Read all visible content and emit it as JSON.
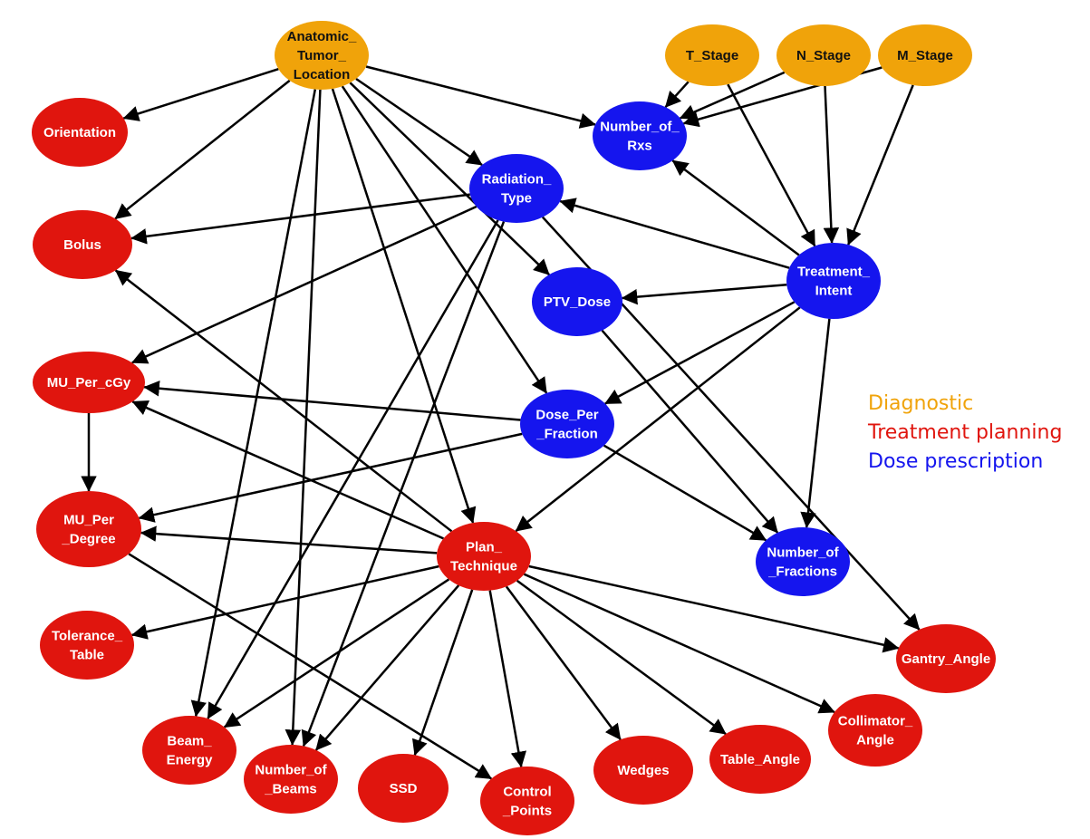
{
  "colors": {
    "diagnostic": "#F0A30A",
    "treatment_planning": "#E0150E",
    "dose_prescription": "#1515EE",
    "edge": "#000000"
  },
  "legend": [
    {
      "label": "Diagnostic",
      "group": "diagnostic"
    },
    {
      "label": "Treatment planning",
      "group": "treatment_planning"
    },
    {
      "label": "Dose prescription",
      "group": "dose_prescription"
    }
  ],
  "nodes": [
    {
      "id": "anatomic",
      "lines": [
        "Anatomic_",
        "Tumor_",
        "Location"
      ],
      "group": "diagnostic"
    },
    {
      "id": "t_stage",
      "lines": [
        "T_Stage"
      ],
      "group": "diagnostic"
    },
    {
      "id": "n_stage",
      "lines": [
        "N_Stage"
      ],
      "group": "diagnostic"
    },
    {
      "id": "m_stage",
      "lines": [
        "M_Stage"
      ],
      "group": "diagnostic"
    },
    {
      "id": "orientation",
      "lines": [
        "Orientation"
      ],
      "group": "treatment_planning"
    },
    {
      "id": "bolus",
      "lines": [
        "Bolus"
      ],
      "group": "treatment_planning"
    },
    {
      "id": "mu_per_cgy",
      "lines": [
        "MU_Per_cGy"
      ],
      "group": "treatment_planning"
    },
    {
      "id": "mu_per_degree",
      "lines": [
        "MU_Per",
        "_Degree"
      ],
      "group": "treatment_planning"
    },
    {
      "id": "plan_technique",
      "lines": [
        "Plan_",
        "Technique"
      ],
      "group": "treatment_planning"
    },
    {
      "id": "tolerance_table",
      "lines": [
        "Tolerance_",
        "Table"
      ],
      "group": "treatment_planning"
    },
    {
      "id": "beam_energy",
      "lines": [
        "Beam_",
        "Energy"
      ],
      "group": "treatment_planning"
    },
    {
      "id": "number_of_beams",
      "lines": [
        "Number_of",
        "_Beams"
      ],
      "group": "treatment_planning"
    },
    {
      "id": "ssd",
      "lines": [
        "SSD"
      ],
      "group": "treatment_planning"
    },
    {
      "id": "control_points",
      "lines": [
        "Control",
        "_Points"
      ],
      "group": "treatment_planning"
    },
    {
      "id": "wedges",
      "lines": [
        "Wedges"
      ],
      "group": "treatment_planning"
    },
    {
      "id": "table_angle",
      "lines": [
        "Table_Angle"
      ],
      "group": "treatment_planning"
    },
    {
      "id": "collimator_angle",
      "lines": [
        "Collimator_",
        "Angle"
      ],
      "group": "treatment_planning"
    },
    {
      "id": "gantry_angle",
      "lines": [
        "Gantry_Angle"
      ],
      "group": "treatment_planning"
    },
    {
      "id": "number_of_rxs",
      "lines": [
        "Number_of_",
        "Rxs"
      ],
      "group": "dose_prescription"
    },
    {
      "id": "radiation_type",
      "lines": [
        "Radiation_",
        "Type"
      ],
      "group": "dose_prescription"
    },
    {
      "id": "ptv_dose",
      "lines": [
        "PTV_Dose"
      ],
      "group": "dose_prescription"
    },
    {
      "id": "treatment_intent",
      "lines": [
        "Treatment_",
        "Intent"
      ],
      "group": "dose_prescription"
    },
    {
      "id": "dose_per_fraction",
      "lines": [
        "Dose_Per",
        "_Fraction"
      ],
      "group": "dose_prescription"
    },
    {
      "id": "number_of_fractions",
      "lines": [
        "Number_of",
        "_Fractions"
      ],
      "group": "dose_prescription"
    }
  ],
  "edges": [
    {
      "from": "anatomic",
      "to": "orientation"
    },
    {
      "from": "anatomic",
      "to": "bolus"
    },
    {
      "from": "anatomic",
      "to": "beam_energy"
    },
    {
      "from": "anatomic",
      "to": "number_of_beams"
    },
    {
      "from": "anatomic",
      "to": "plan_technique"
    },
    {
      "from": "anatomic",
      "to": "dose_per_fraction"
    },
    {
      "from": "anatomic",
      "to": "ptv_dose"
    },
    {
      "from": "anatomic",
      "to": "radiation_type"
    },
    {
      "from": "anatomic",
      "to": "number_of_rxs"
    },
    {
      "from": "t_stage",
      "to": "number_of_rxs"
    },
    {
      "from": "n_stage",
      "to": "number_of_rxs"
    },
    {
      "from": "m_stage",
      "to": "number_of_rxs"
    },
    {
      "from": "t_stage",
      "to": "treatment_intent"
    },
    {
      "from": "n_stage",
      "to": "treatment_intent"
    },
    {
      "from": "m_stage",
      "to": "treatment_intent"
    },
    {
      "from": "treatment_intent",
      "to": "number_of_rxs"
    },
    {
      "from": "treatment_intent",
      "to": "radiation_type"
    },
    {
      "from": "treatment_intent",
      "to": "ptv_dose"
    },
    {
      "from": "treatment_intent",
      "to": "dose_per_fraction"
    },
    {
      "from": "treatment_intent",
      "to": "plan_technique"
    },
    {
      "from": "treatment_intent",
      "to": "number_of_fractions"
    },
    {
      "from": "radiation_type",
      "to": "bolus"
    },
    {
      "from": "radiation_type",
      "to": "mu_per_cgy"
    },
    {
      "from": "radiation_type",
      "to": "beam_energy"
    },
    {
      "from": "radiation_type",
      "to": "number_of_beams"
    },
    {
      "from": "radiation_type",
      "to": "gantry_angle"
    },
    {
      "from": "ptv_dose",
      "to": "number_of_fractions"
    },
    {
      "from": "dose_per_fraction",
      "to": "mu_per_cgy"
    },
    {
      "from": "dose_per_fraction",
      "to": "mu_per_degree"
    },
    {
      "from": "dose_per_fraction",
      "to": "number_of_fractions"
    },
    {
      "from": "mu_per_cgy",
      "to": "mu_per_degree"
    },
    {
      "from": "mu_per_degree",
      "to": "control_points"
    },
    {
      "from": "plan_technique",
      "to": "bolus"
    },
    {
      "from": "plan_technique",
      "to": "mu_per_cgy"
    },
    {
      "from": "plan_technique",
      "to": "mu_per_degree"
    },
    {
      "from": "plan_technique",
      "to": "tolerance_table"
    },
    {
      "from": "plan_technique",
      "to": "beam_energy"
    },
    {
      "from": "plan_technique",
      "to": "number_of_beams"
    },
    {
      "from": "plan_technique",
      "to": "ssd"
    },
    {
      "from": "plan_technique",
      "to": "control_points"
    },
    {
      "from": "plan_technique",
      "to": "wedges"
    },
    {
      "from": "plan_technique",
      "to": "table_angle"
    },
    {
      "from": "plan_technique",
      "to": "collimator_angle"
    },
    {
      "from": "plan_technique",
      "to": "gantry_angle"
    }
  ]
}
